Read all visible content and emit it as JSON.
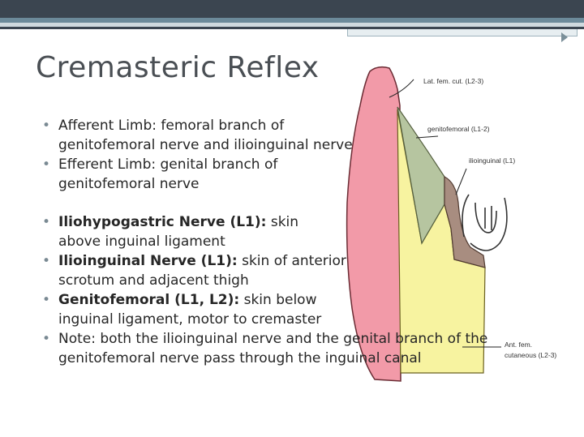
{
  "slide": {
    "title": "Cremasteric Reflex",
    "bullets": [
      {
        "text": "Afferent Limb: femoral branch of genitofemoral nerve and ilioinguinal nerve"
      },
      {
        "text": "Efferent Limb: genital branch of genitofemoral nerve"
      },
      {
        "bold": "Iliohypogastric Nerve (L1):",
        "text": " skin above inguinal ligament"
      },
      {
        "bold": "Ilioinguinal Nerve (L1):",
        "text": " skin of anterior scrotum and adjacent thigh"
      },
      {
        "bold": "Genitofemoral (L1, L2):",
        "text": " skin below inguinal ligament, motor to cremaster"
      },
      {
        "text": "Note: both the ilioinguinal nerve and the genital branch of the genitofemoral nerve pass through the inguinal canal"
      }
    ]
  },
  "diagram": {
    "labels": {
      "lat_fem_cut": "Lat. fem. cut. (L2-3)",
      "genitofemoral": "genitofemoral (L1-2)",
      "ilioinguinal": "ilioinguinal (L1)",
      "ant_fem_1": "Ant. fem.",
      "ant_fem_2": "cutaneous (L2-3)"
    },
    "colors": {
      "pink": "#f29aa8",
      "yellow": "#f7f3a0",
      "green": "#b6c5a0",
      "brown": "#a88d80"
    }
  }
}
